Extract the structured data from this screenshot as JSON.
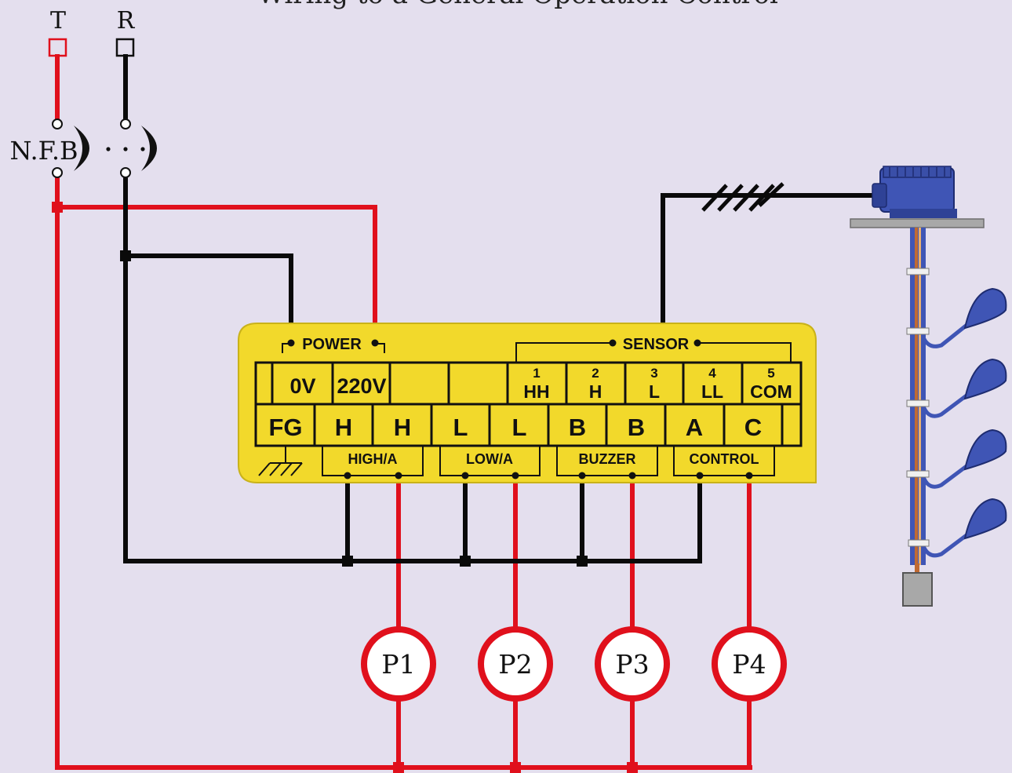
{
  "title": "Wiring to a General Operation Control",
  "terminals": {
    "t": "T",
    "r": "R"
  },
  "breaker": {
    "label": "N.F.B"
  },
  "controller": {
    "power_label": "POWER",
    "sensor_label": "SENSOR",
    "top_row": [
      "",
      "0V",
      "220V",
      "",
      "",
      "HH",
      "H",
      "L",
      "LL",
      "COM"
    ],
    "sensor_numbers": [
      "1",
      "2",
      "3",
      "4",
      "5"
    ],
    "bottom_row": [
      "FG",
      "H",
      "H",
      "L",
      "L",
      "B",
      "B",
      "A",
      "C",
      ""
    ],
    "groups": [
      "HIGH/A",
      "LOW/A",
      "BUZZER",
      "CONTROL"
    ]
  },
  "loads": [
    "P1",
    "P2",
    "P3",
    "P4"
  ],
  "colors": {
    "background": "#e4dfee",
    "phase_wire": "#e0101c",
    "neutral_wire": "#0a0a0a",
    "controller_body": "#f2d92b",
    "sensor_float": "#3f55b5"
  }
}
